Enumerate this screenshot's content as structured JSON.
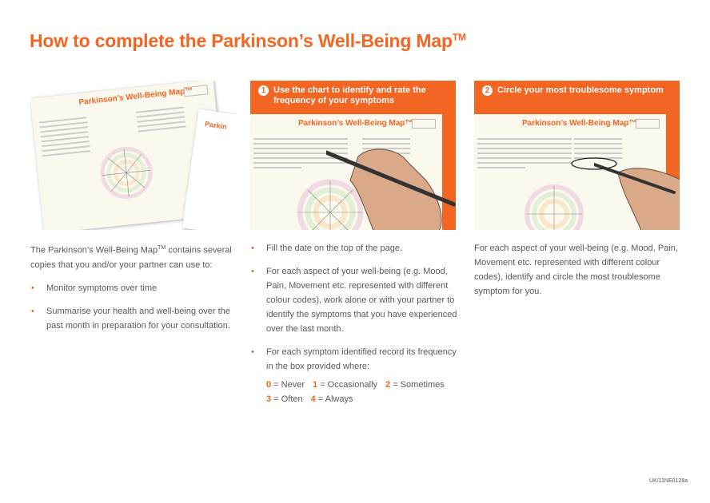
{
  "title": "How to complete the Parkinson’s Well-Being Map",
  "title_sup": "TM",
  "panels": [
    {
      "doc_title": "Parkinson’s Well-Being Map™",
      "doc2_title": "Parkin"
    },
    {
      "step": "1",
      "heading": "Use the chart to identify and rate the frequency of your symptoms",
      "doc_title": "Parkinson’s Well-Being Map™"
    },
    {
      "step": "2",
      "heading": "Circle your most troublesome symptom",
      "doc_title": "Parkinson’s Well-Being Map™"
    }
  ],
  "col1": {
    "intro_a": "The Parkinson’s Well-Being Map",
    "intro_sup": "TM",
    "intro_b": " contains several copies that you and/or your partner can use to:",
    "bullets": [
      "Monitor symptoms over time",
      "Summarise your health and well-being over the past month in preparation for your consultation."
    ]
  },
  "col2": {
    "bullets": [
      "Fill the date on the top of the page.",
      "For each aspect of your well-being (e.g. Mood, Pain, Movement etc. represented with different colour codes), work alone or with your partner to identify the symptoms that you have experienced over the last month.",
      "For each symptom identified record its frequency in the box provided where:"
    ],
    "codes": [
      {
        "n": "0",
        "l": " = Never"
      },
      {
        "n": "1",
        "l": " = Occasionally"
      },
      {
        "n": "2",
        "l": " = Sometimes"
      },
      {
        "n": "3",
        "l": " = Often"
      },
      {
        "n": "4",
        "l": " = Always"
      }
    ]
  },
  "col3": {
    "text": "For each aspect of your well-being (e.g. Mood, Pain, Movement etc. represented with different colour codes), identify and circle the most troublesome symptom for you."
  },
  "footer": "UK/11NE0128a",
  "accent": "#f26522"
}
